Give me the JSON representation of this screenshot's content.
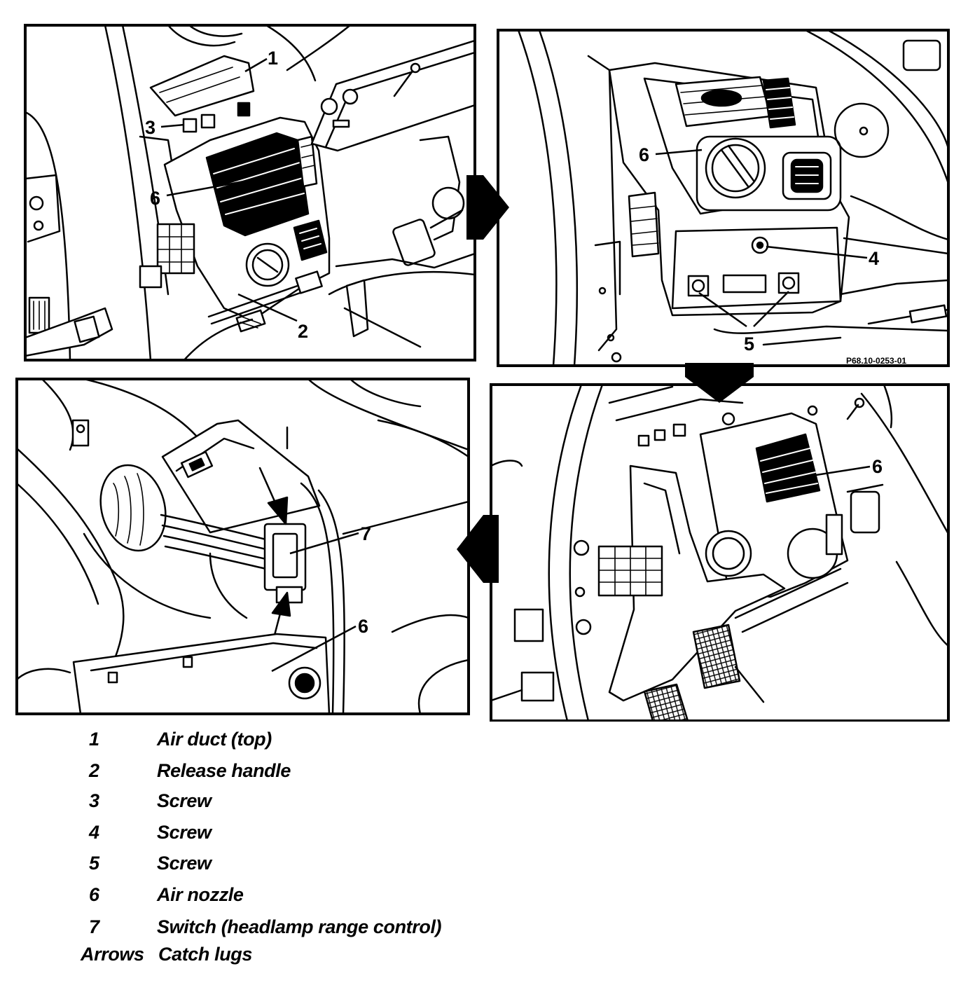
{
  "figure": {
    "panels": [
      {
        "callouts": [
          "1",
          "3",
          "6",
          "2"
        ]
      },
      {
        "callouts": [
          "6",
          "4",
          "5"
        ],
        "reference_code": "P68.10-0253-01"
      },
      {
        "callouts": [
          "7",
          "6"
        ]
      },
      {
        "callouts": [
          "6"
        ]
      }
    ]
  },
  "legend": {
    "items": [
      {
        "key": "1",
        "label": "Air duct (top)"
      },
      {
        "key": "2",
        "label": "Release handle"
      },
      {
        "key": "3",
        "label": "Screw"
      },
      {
        "key": "4",
        "label": "Screw"
      },
      {
        "key": "5",
        "label": "Screw"
      },
      {
        "key": "6",
        "label": "Air nozzle"
      },
      {
        "key": "7",
        "label": "Switch (headlamp range control)"
      }
    ],
    "arrows": {
      "key": "Arrows",
      "label": "Catch lugs"
    }
  }
}
